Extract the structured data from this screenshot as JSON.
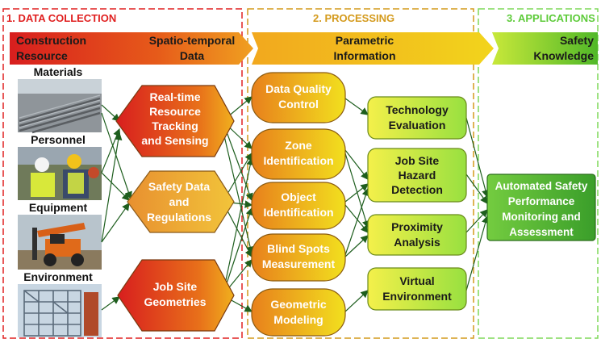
{
  "sections": [
    {
      "label": "1. DATA COLLECTION",
      "color": "#e02020"
    },
    {
      "label": "2. PROCESSING",
      "color": "#d49a1c"
    },
    {
      "label": "3. APPLICATIONS",
      "color": "#5ecb3a"
    }
  ],
  "banner": {
    "construction_resource": [
      "Construction",
      "Resource"
    ],
    "spatio_temporal": [
      "Spatio-temporal",
      "Data"
    ],
    "parametric": [
      "Parametric",
      "Information"
    ],
    "safety_knowledge": [
      "Safety",
      "Knowledge"
    ]
  },
  "resources": [
    {
      "label": "Materials",
      "photo": "materials-photo"
    },
    {
      "label": "Personnel",
      "photo": "personnel-photo"
    },
    {
      "label": "Equipment",
      "photo": "equipment-photo"
    },
    {
      "label": "Environment",
      "photo": "environment-photo"
    }
  ],
  "hexagons": [
    {
      "lines": [
        "Real-time",
        "Resource",
        "Tracking",
        "and Sensing"
      ]
    },
    {
      "lines": [
        "Safety Data",
        "and",
        "Regulations"
      ]
    },
    {
      "lines": [
        "Job Site",
        "Geometries"
      ]
    }
  ],
  "processing": [
    {
      "lines": [
        "Data Quality",
        "Control"
      ]
    },
    {
      "lines": [
        "Zone",
        "Identification"
      ]
    },
    {
      "lines": [
        "Object",
        "Identification"
      ]
    },
    {
      "lines": [
        "Blind Spots",
        "Measurement"
      ]
    },
    {
      "lines": [
        "Geometric",
        "Modeling"
      ]
    }
  ],
  "analysis": [
    {
      "lines": [
        "Technology",
        "Evaluation"
      ]
    },
    {
      "lines": [
        "Job Site",
        "Hazard",
        "Detection"
      ]
    },
    {
      "lines": [
        "Proximity",
        "Analysis"
      ]
    },
    {
      "lines": [
        "Virtual",
        "Environment"
      ]
    }
  ],
  "output": {
    "lines": [
      "Automated Safety",
      "Performance",
      "Monitoring and",
      "Assessment"
    ]
  },
  "colors": {
    "red": "#e02020",
    "orange": "#e8961c",
    "yellow": "#f2e21a",
    "lime": "#c8f23a",
    "green": "#3fae2a",
    "dark_green": "#1e6e1e"
  }
}
